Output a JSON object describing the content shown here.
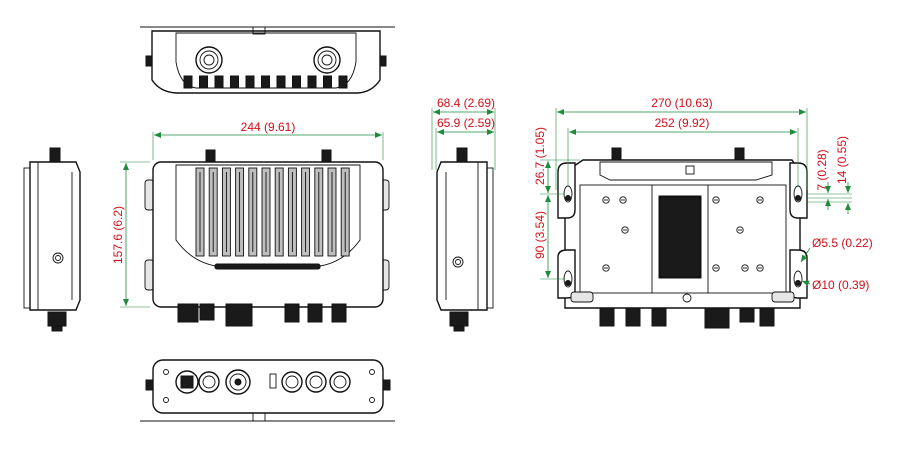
{
  "dimensions": {
    "front_width": "244 (9.61)",
    "front_height": "157.6 (6.2)",
    "side_depth_outer": "68.4 (2.69)",
    "side_depth_inner": "65.9 (2.59)",
    "rear_total_width": "270 (10.63)",
    "rear_hole_spacing": "252 (9.92)",
    "rear_top_offset": "26.7 (1.05)",
    "rear_hole_vertical": "90 (3.54)",
    "rear_slot_offset_small": "7 (0.28)",
    "rear_slot_offset_large": "14 (0.55)",
    "hole_small_diameter": "Ø5.5 (0.22)",
    "hole_large_diameter": "Ø10 (0.39)"
  },
  "colors": {
    "dimension_text": "#d0101a",
    "dimension_line": "#1e8c3c",
    "outline": "#111111"
  }
}
